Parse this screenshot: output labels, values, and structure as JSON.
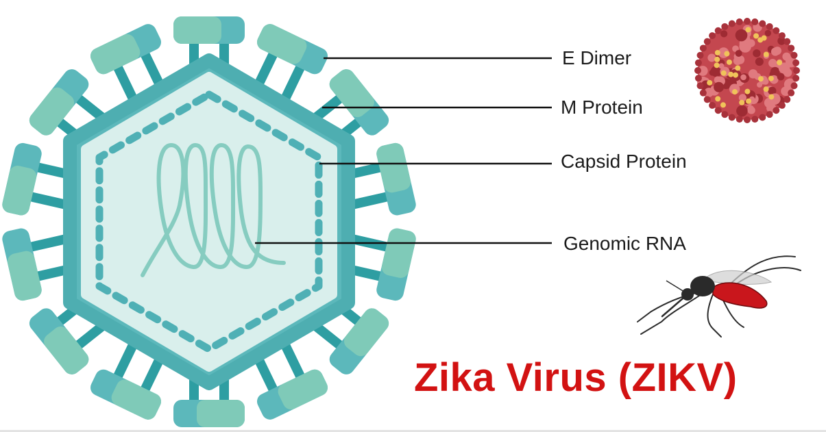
{
  "labels": {
    "e_dimer": "E Dimer",
    "m_protein": "M Protein",
    "capsid_protein": "Capsid Protein",
    "genomic_rna": "Genomic RNA"
  },
  "title": "Zika Virus (ZIKV)",
  "colors": {
    "outer_shell": "#5cb8bb",
    "shell_dark": "#2e9ea2",
    "spike_light": "#7fcab8",
    "inner_fill": "#d9efec",
    "capsid_dash": "#4fb0b5",
    "rna": "#86ccc0",
    "title_red": "#d21212",
    "leader_line": "#111111",
    "virion_red": "#c4474f",
    "virion_yellow": "#f0c35a",
    "mosquito_body": "#c9161c"
  }
}
